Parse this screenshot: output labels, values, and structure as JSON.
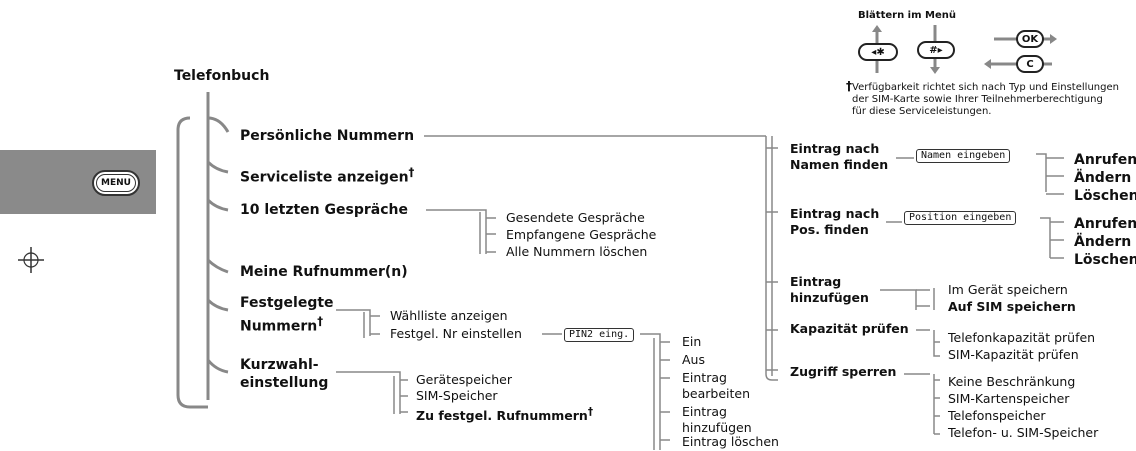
{
  "title": "Telefonbuch",
  "menu_button": "MENU",
  "legend": {
    "title": "Blättern im Menü",
    "keys": {
      "star": "◂✱",
      "hash": "#▸",
      "ok": "OK",
      "c": "C"
    },
    "footnote_mark": "†",
    "footnote_lines": [
      "Verfügbarkeit richtet sich nach Typ und Einstellungen",
      "der SIM-Karte sowie Ihrer Teilnehmerberechtigung",
      "für diese Serviceleistungen."
    ]
  },
  "main_menu": {
    "personal": "Persönliche Nummern",
    "service": "Serviceliste anzeigen",
    "last10": "10 letzten Gespräche",
    "own": "Meine Rufnummer(n)",
    "fixed_1": "Festgelegte",
    "fixed_2": "Nummern",
    "speed_1": "Kurzwahl-",
    "speed_2": "einstellung",
    "dagger": "†"
  },
  "last10_sub": [
    "Gesendete Gespräche",
    "Empfangene Gespräche",
    "Alle Nummern löschen"
  ],
  "fixed_sub": [
    "Wählliste anzeigen",
    "Festgel. Nr einstellen"
  ],
  "pin2_display": "PIN2 eing.",
  "pin2_sub": [
    "Ein",
    "Aus",
    "Eintrag",
    "bearbeiten",
    "Eintrag",
    "hinzufügen",
    "Eintrag löschen"
  ],
  "speed_sub": [
    "Gerätespeicher",
    "SIM-Speicher",
    "Zu festgel. Rufnummern"
  ],
  "personal_sub": {
    "find_name_1": "Eintrag nach",
    "find_name_2": "Namen finden",
    "find_pos_1": "Eintrag nach",
    "find_pos_2": "Pos. finden",
    "add_1": "Eintrag",
    "add_2": "hinzufügen",
    "capacity": "Kapazität prüfen",
    "lock": "Zugriff sperren"
  },
  "displays": {
    "name": "Namen eingeben",
    "position": "Position eingeben"
  },
  "actions_name": [
    "Anrufen",
    "Ändern",
    "Löschen"
  ],
  "actions_pos": [
    "Anrufen",
    "Ändern",
    "Löschen"
  ],
  "add_sub": [
    "Im Gerät speichern",
    "Auf SIM speichern"
  ],
  "capacity_sub": [
    "Telefonkapazität prüfen",
    "SIM-Kapazität prüfen"
  ],
  "lock_sub": [
    "Keine Beschränkung",
    "SIM-Kartenspeicher",
    "Telefonspeicher",
    "Telefon- u. SIM-Speicher"
  ]
}
